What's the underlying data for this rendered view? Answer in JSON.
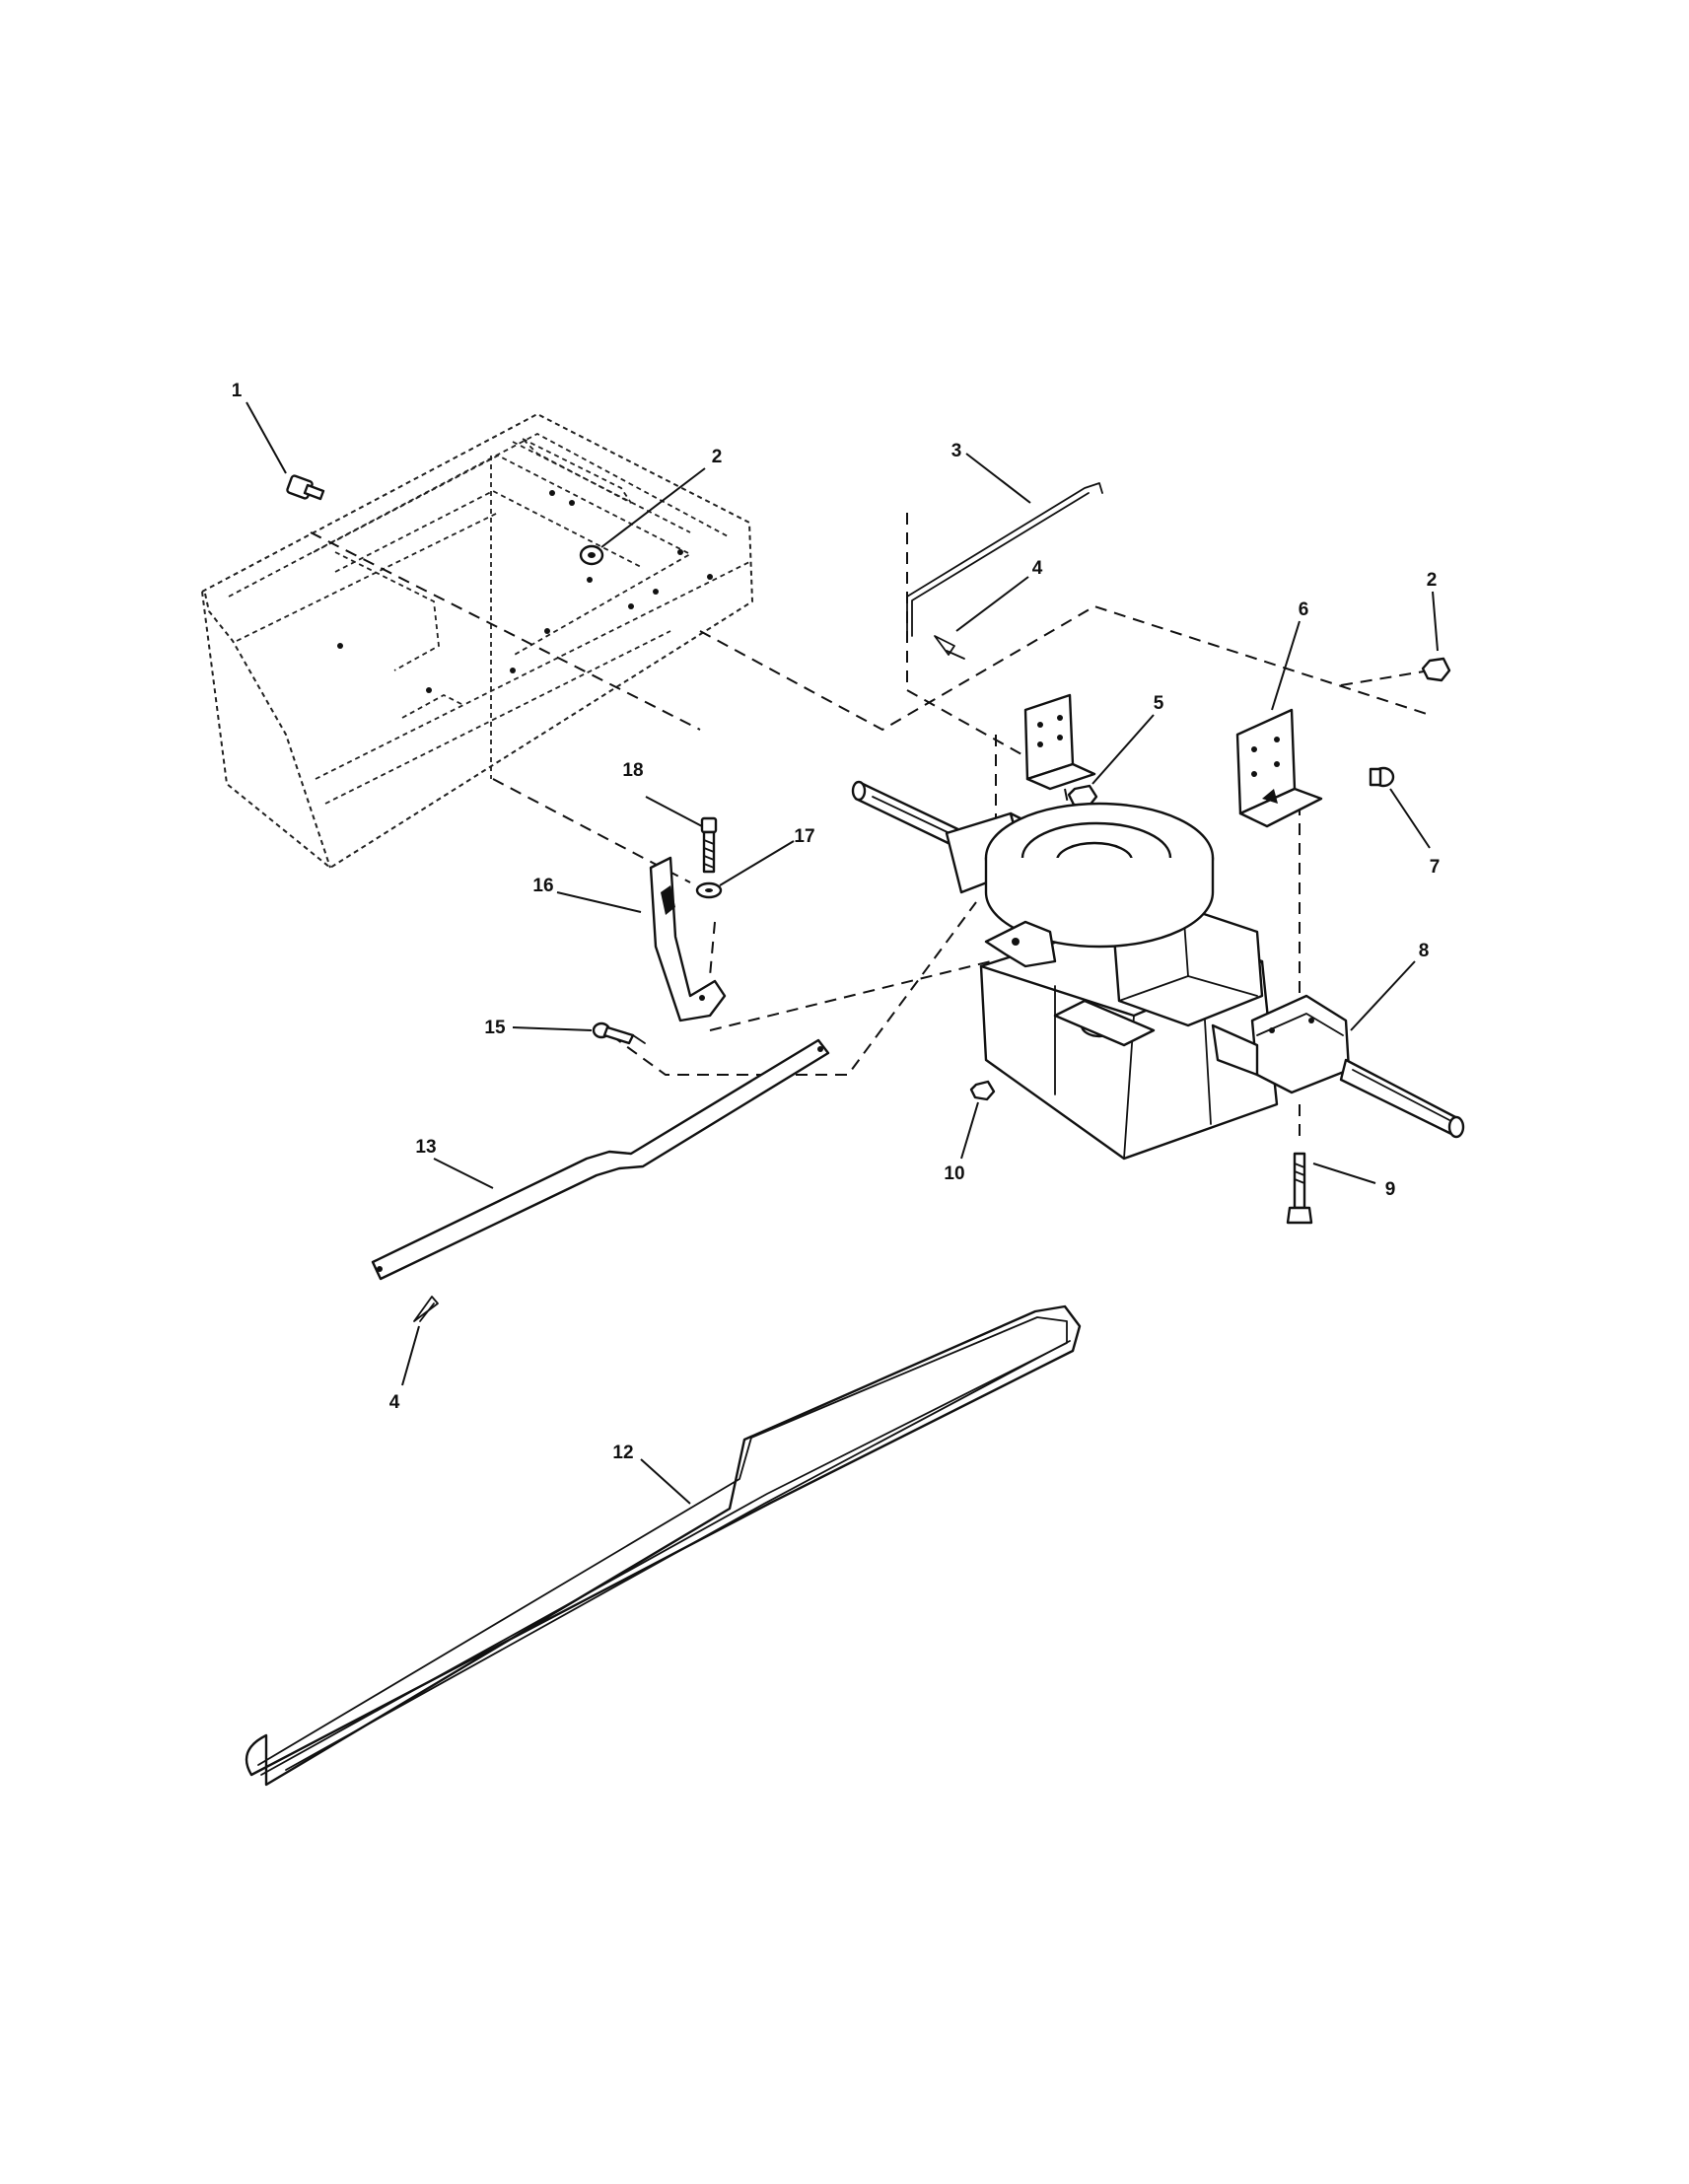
{
  "diagram": {
    "callouts": [
      {
        "id": "c1",
        "label": "1"
      },
      {
        "id": "c2a",
        "label": "2"
      },
      {
        "id": "c3",
        "label": "3"
      },
      {
        "id": "c4a",
        "label": "4"
      },
      {
        "id": "c2b",
        "label": "2"
      },
      {
        "id": "c6",
        "label": "6"
      },
      {
        "id": "c5",
        "label": "5"
      },
      {
        "id": "c7",
        "label": "7"
      },
      {
        "id": "c18",
        "label": "18"
      },
      {
        "id": "c17",
        "label": "17"
      },
      {
        "id": "c16",
        "label": "16"
      },
      {
        "id": "c8",
        "label": "8"
      },
      {
        "id": "c15",
        "label": "15"
      },
      {
        "id": "c13",
        "label": "13"
      },
      {
        "id": "c10",
        "label": "10"
      },
      {
        "id": "c9",
        "label": "9"
      },
      {
        "id": "c4b",
        "label": "4"
      },
      {
        "id": "c12",
        "label": "12"
      }
    ],
    "colors": {
      "line": "#111111",
      "background": "#ffffff"
    }
  }
}
